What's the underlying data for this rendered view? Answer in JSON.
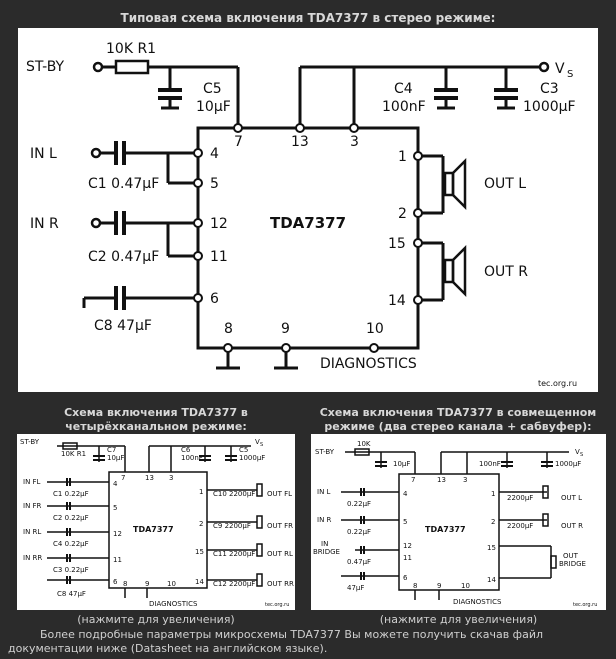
{
  "main_title": "Типовая схема включения TDA7377 в стерео режиме:",
  "main": {
    "chip": "TDA7377",
    "stby": "ST-BY",
    "r1": "10K R1",
    "vs": "V",
    "vs_sub": "S",
    "c5": "C5",
    "c5_val": "10µF",
    "c4": "C4",
    "c4_val": "100nF",
    "c3": "C3",
    "c3_val": "1000µF",
    "in_l": "IN L",
    "in_r": "IN R",
    "c1": "C1 0.47µF",
    "c2": "C2 0.47µF",
    "c8": "C8 47µF",
    "out_l": "OUT L",
    "out_r": "OUT R",
    "diag": "DIAGNOSTICS",
    "watermark": "tec.org.ru",
    "pins": [
      "7",
      "13",
      "3",
      "4",
      "5",
      "12",
      "11",
      "6",
      "8",
      "9",
      "10",
      "1",
      "2",
      "15",
      "14"
    ]
  },
  "left_title": "Схема включения TDA7377 в четырёхканальном режиме:",
  "left": {
    "chip": "TDA7377",
    "stby": "ST-BY",
    "r1": "10K R1",
    "vs": "V",
    "vs_sub": "S",
    "c7": "C7",
    "c7_val": "10µF",
    "c6": "C6",
    "c6_val": "100nF",
    "c5": "C5",
    "c5_val": "1000µF",
    "inputs": [
      "IN FL",
      "IN FR",
      "IN RL",
      "IN RR"
    ],
    "caps_in": [
      "C1 0.22µF",
      "C2 0.22µF",
      "C4 0.22µF",
      "C3 0.22µF",
      "C8 47µF"
    ],
    "outputs": [
      "OUT FL",
      "OUT FR",
      "OUT RL",
      "OUT RR"
    ],
    "caps_out": [
      "C10 2200µF",
      "C9 2200µF",
      "C11 2200µF",
      "C12 2200µF"
    ],
    "diag": "DIAGNOSTICS",
    "watermark": "tec.org.ru",
    "pins": [
      "7",
      "13",
      "3",
      "4",
      "5",
      "12",
      "11",
      "6",
      "8",
      "9",
      "10",
      "1",
      "2",
      "15",
      "14"
    ]
  },
  "right_title": "Схема включения TDA7377 в совмещенном режиме (два стерео канала + сабвуфер):",
  "right": {
    "chip": "TDA7377",
    "stby": "ST-BY",
    "r1": "10K",
    "vs": "V",
    "vs_sub": "S",
    "c1_val": "10µF",
    "c2_val": "100nF",
    "c3_val": "1000µF",
    "inputs": [
      "IN L",
      "IN R",
      "IN",
      "BRIDGE"
    ],
    "caps_in": [
      "0.22µF",
      "0.22µF",
      "0.47µF",
      "47µF"
    ],
    "outputs": [
      "OUT L",
      "OUT R",
      "OUT",
      "BRIDGE"
    ],
    "caps_out": [
      "2200µF",
      "2200µF"
    ],
    "diag": "DIAGNOSTICS",
    "watermark": "tec.org.ru",
    "pins": [
      "7",
      "13",
      "3",
      "4",
      "5",
      "12",
      "11",
      "6",
      "8",
      "9",
      "10",
      "1",
      "2",
      "15",
      "14"
    ]
  },
  "caption_left": "(нажмите для увеличения)",
  "caption_right": "(нажмите для увеличения)",
  "footer": "Более подробные параметры микросхемы TDA7377 Вы можете получить скачав файл документации ниже (Datasheet на английском языке)."
}
